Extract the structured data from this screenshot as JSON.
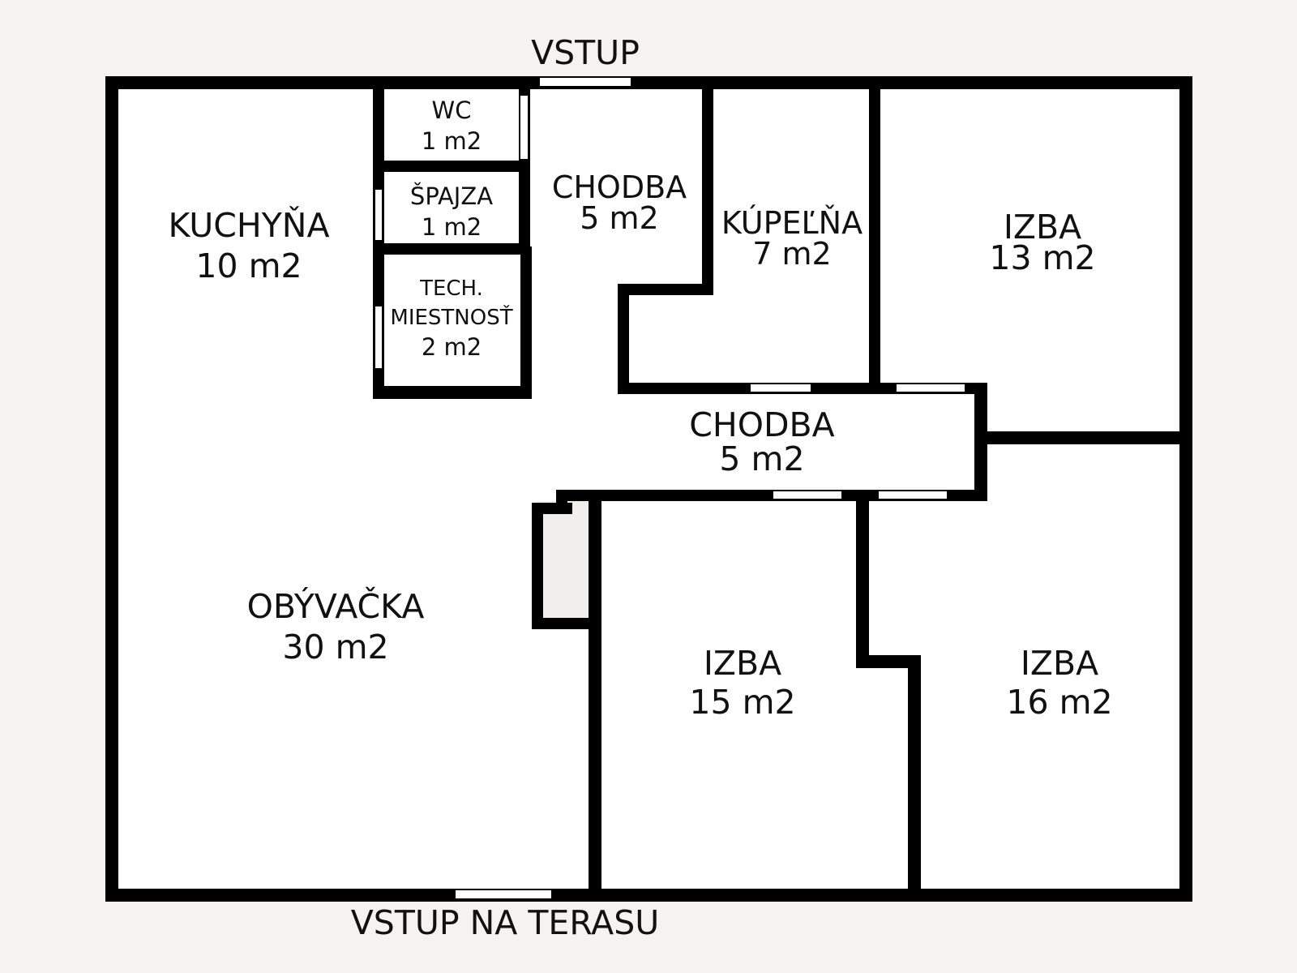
{
  "colors": {
    "background": "#f4f3f1",
    "wall": "#000000",
    "room_fill": "#ffffff",
    "closet_fill": "#f0efed"
  },
  "entrance_label": "VSTUP",
  "terrace_label": "VSTUP NA TERASU",
  "rooms": {
    "kitchen": {
      "name": "KUCHYŇA",
      "area": "10 m2"
    },
    "wc": {
      "name": "WC",
      "area": "1 m2"
    },
    "pantry": {
      "name": "ŠPAJZA",
      "area": "1 m2"
    },
    "tech": {
      "name_line1": "TECH.",
      "name_line2": "MIESTNOSŤ",
      "area": "2 m2"
    },
    "hall_top": {
      "name": "CHODBA",
      "area": "5 m2"
    },
    "bathroom": {
      "name": "KÚPEĽŇA",
      "area": "7 m2"
    },
    "bedroom_top": {
      "name": "IZBA",
      "area": "13 m2"
    },
    "hall_mid": {
      "name": "CHODBA",
      "area": "5 m2"
    },
    "living": {
      "name": "OBÝVAČKA",
      "area": "30 m2"
    },
    "bedroom_mid": {
      "name": "IZBA",
      "area": "15 m2"
    },
    "bedroom_right": {
      "name": "IZBA",
      "area": "16 m2"
    }
  }
}
